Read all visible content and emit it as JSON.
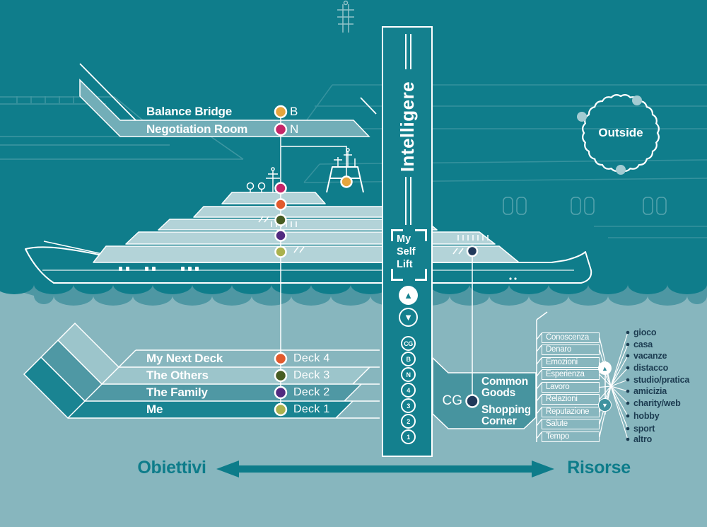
{
  "top_rows": [
    {
      "label": "Balance Bridge",
      "letter": "B"
    },
    {
      "label": "Negotiation Room",
      "letter": "N"
    }
  ],
  "lift": {
    "name": "Intelligere",
    "cabin": [
      "My",
      "Self",
      "Lift"
    ],
    "up_glyph": "▲",
    "down_glyph": "▼",
    "buttons": [
      "CG",
      "B",
      "N",
      "4",
      "3",
      "2",
      "1"
    ]
  },
  "outside": {
    "label": "Outside"
  },
  "decks": {
    "rows": [
      {
        "room": "My Next Deck",
        "deck": "Deck 4"
      },
      {
        "room": "The Others",
        "deck": "Deck 3"
      },
      {
        "room": "The Family",
        "deck": "Deck 2"
      },
      {
        "room": "Me",
        "deck": "Deck 1"
      }
    ]
  },
  "common_goods": {
    "code": "CG",
    "lines": [
      "Common",
      "Goods",
      "Shopping",
      "Corner"
    ]
  },
  "resources": {
    "shelves": [
      "Conoscenza",
      "Denaro",
      "Emozioni",
      "Esperienza",
      "Lavoro",
      "Relazioni",
      "Reputazione",
      "Salute",
      "Tempo"
    ],
    "items": [
      "gioco",
      "casa",
      "vacanze",
      "distacco",
      "studio/pratica",
      "amicizia",
      "charity/web",
      "hobby",
      "sport",
      "altro"
    ],
    "up_glyph": "▲",
    "down_glyph": "▼"
  },
  "axis": {
    "left": "Obiettivi",
    "right": "Risorse"
  },
  "colors": {
    "bg_top": "#0f7d8b",
    "bg_water": "#87b6be",
    "wave_mid": "#4e97a3",
    "band_negotiation": "#72aeb8",
    "band_light": "#9cc5cb",
    "band_medium": "#4f98a4",
    "band_dark": "#1a8492",
    "panel": "#47949f",
    "accent": "#0d7c8a",
    "deck_fill": "#b3d3d8",
    "dot_balance": "#e6a53e",
    "dot_negotiation": "#c52568",
    "dot_deck4": "#e25a2d",
    "dot_deck3": "#475c22",
    "dot_deck2": "#522b80",
    "dot_deck1": "#aab14d",
    "dot_common_goods": "#21395a",
    "text_dark": "#1c3c51"
  }
}
